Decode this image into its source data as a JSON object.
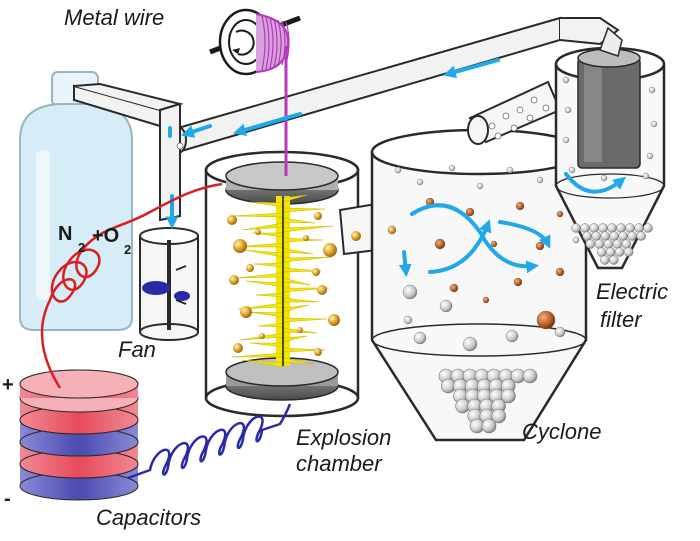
{
  "labels": {
    "metal_wire": "Metal wire",
    "fan": "Fan",
    "explosion_1": "Explosion",
    "explosion_2": "chamber",
    "cyclone": "Cyclone",
    "electric_1": "Electric",
    "electric_2": "filter",
    "capacitors": "Capacitors",
    "plus": "+",
    "minus": "-",
    "gas_n": "N",
    "gas_o": "+O",
    "gas_sub": "2"
  },
  "colors": {
    "pipe_fill": "#f2f2f2",
    "pipe_stroke": "#2a2a2a",
    "flow_arrow": "#20a8e8",
    "wire": "#b03ab8",
    "red_cable": "#d82020",
    "blue_cable": "#2a2aa8",
    "spark": "#f2e600",
    "particle": "#e0a020",
    "cap_red": "#e84a5a",
    "cap_blue": "#5a5ab8",
    "bottle": "#d6ecf6"
  }
}
